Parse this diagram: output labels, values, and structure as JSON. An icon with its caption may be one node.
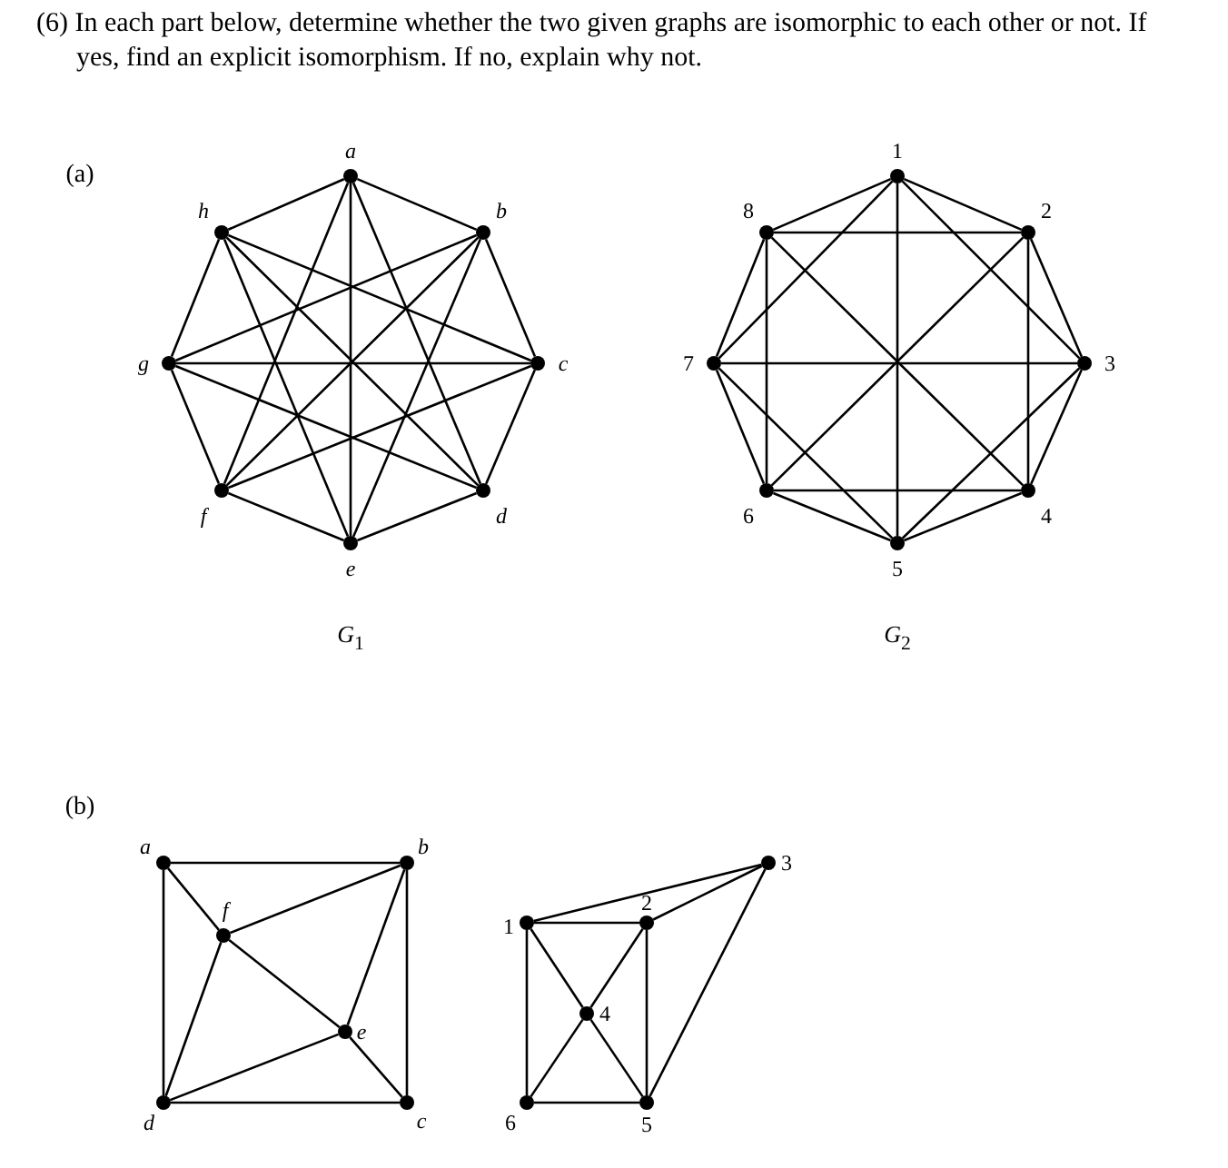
{
  "diagram": {
    "title": "(6) In each part below, determine whether the two given graphs are isomorphic to each other or not. If yes, find an explicit isomorphism. If no, explain why not.",
    "nodes": [
      {
        "text": [],
        "shape": "circle",
        "beside": [
          "a"
        ]
      },
      {
        "text": [],
        "shape": "circle",
        "beside": [
          "b"
        ]
      },
      {
        "text": [],
        "shape": "circle",
        "beside": [
          "c"
        ]
      },
      {
        "text": [],
        "shape": "circle",
        "beside": [
          "d"
        ]
      },
      {
        "text": [],
        "shape": "circle",
        "beside": [
          "e"
        ]
      },
      {
        "text": [],
        "shape": "circle",
        "beside": [
          "f"
        ]
      },
      {
        "text": [],
        "shape": "circle",
        "beside": [
          "g"
        ]
      },
      {
        "text": [],
        "shape": "circle",
        "beside": [
          "h"
        ]
      },
      {
        "text": [],
        "shape": "circle",
        "beside": [
          "1"
        ]
      },
      {
        "text": [],
        "shape": "circle",
        "beside": [
          "2"
        ]
      },
      {
        "text": [],
        "shape": "circle",
        "beside": [
          "3"
        ]
      },
      {
        "text": [],
        "shape": "circle",
        "beside": [
          "4"
        ]
      },
      {
        "text": [],
        "shape": "circle",
        "beside": [
          "5"
        ]
      },
      {
        "text": [],
        "shape": "circle",
        "beside": [
          "6"
        ]
      },
      {
        "text": [],
        "shape": "circle",
        "beside": [
          "7"
        ]
      },
      {
        "text": [],
        "shape": "circle",
        "beside": [
          "8"
        ]
      },
      {
        "text": [],
        "shape": "circle",
        "beside": [
          "a"
        ]
      },
      {
        "text": [],
        "shape": "circle",
        "beside": [
          "b"
        ]
      },
      {
        "text": [],
        "shape": "circle",
        "beside": [
          "f"
        ]
      },
      {
        "text": [],
        "shape": "circle",
        "beside": [
          "e"
        ]
      },
      {
        "text": [],
        "shape": "circle",
        "beside": [
          "d"
        ]
      },
      {
        "text": [],
        "shape": "circle",
        "beside": [
          "c"
        ]
      },
      {
        "text": [],
        "shape": "circle",
        "beside": [
          "3"
        ]
      },
      {
        "text": [],
        "shape": "circle",
        "beside": [
          "1"
        ]
      },
      {
        "text": [],
        "shape": "circle",
        "beside": [
          "2"
        ]
      },
      {
        "text": [],
        "shape": "circle",
        "beside": [
          "4"
        ]
      },
      {
        "text": [],
        "shape": "circle",
        "beside": [
          "6"
        ]
      },
      {
        "text": [],
        "shape": "circle",
        "beside": [
          "5"
        ]
      }
    ],
    "edges": [
      {
        "from": 0,
        "to": 1,
        "arrow": "none"
      },
      {
        "from": 1,
        "to": 2,
        "arrow": "none"
      },
      {
        "from": 2,
        "to": 3,
        "arrow": "none"
      },
      {
        "from": 3,
        "to": 4,
        "arrow": "none"
      },
      {
        "from": 4,
        "to": 5,
        "arrow": "none"
      },
      {
        "from": 5,
        "to": 6,
        "arrow": "none"
      },
      {
        "from": 6,
        "to": 7,
        "arrow": "none"
      },
      {
        "from": 7,
        "to": 0,
        "arrow": "none"
      },
      {
        "from": 0,
        "to": 3,
        "arrow": "none"
      },
      {
        "from": 1,
        "to": 4,
        "arrow": "none"
      },
      {
        "from": 2,
        "to": 5,
        "arrow": "none"
      },
      {
        "from": 3,
        "to": 6,
        "arrow": "none"
      },
      {
        "from": 4,
        "to": 7,
        "arrow": "none"
      },
      {
        "from": 5,
        "to": 0,
        "arrow": "none"
      },
      {
        "from": 6,
        "to": 1,
        "arrow": "none"
      },
      {
        "from": 7,
        "to": 2,
        "arrow": "none"
      },
      {
        "from": 0,
        "to": 4,
        "arrow": "none"
      },
      {
        "from": 1,
        "to": 5,
        "arrow": "none"
      },
      {
        "from": 2,
        "to": 6,
        "arrow": "none"
      },
      {
        "from": 3,
        "to": 7,
        "arrow": "none"
      },
      {
        "from": 8,
        "to": 9,
        "arrow": "none"
      },
      {
        "from": 9,
        "to": 10,
        "arrow": "none"
      },
      {
        "from": 10,
        "to": 11,
        "arrow": "none"
      },
      {
        "from": 11,
        "to": 12,
        "arrow": "none"
      },
      {
        "from": 12,
        "to": 13,
        "arrow": "none"
      },
      {
        "from": 13,
        "to": 14,
        "arrow": "none"
      },
      {
        "from": 14,
        "to": 15,
        "arrow": "none"
      },
      {
        "from": 15,
        "to": 8,
        "arrow": "none"
      },
      {
        "from": 8,
        "to": 10,
        "arrow": "none"
      },
      {
        "from": 9,
        "to": 11,
        "arrow": "none"
      },
      {
        "from": 10,
        "to": 12,
        "arrow": "none"
      },
      {
        "from": 11,
        "to": 13,
        "arrow": "none"
      },
      {
        "from": 12,
        "to": 14,
        "arrow": "none"
      },
      {
        "from": 13,
        "to": 15,
        "arrow": "none"
      },
      {
        "from": 14,
        "to": 8,
        "arrow": "none"
      },
      {
        "from": 15,
        "to": 9,
        "arrow": "none"
      },
      {
        "from": 8,
        "to": 12,
        "arrow": "none"
      },
      {
        "from": 9,
        "to": 13,
        "arrow": "none"
      },
      {
        "from": 10,
        "to": 14,
        "arrow": "none"
      },
      {
        "from": 11,
        "to": 15,
        "arrow": "none"
      },
      {
        "from": 16,
        "to": 17,
        "arrow": "none"
      },
      {
        "from": 16,
        "to": 20,
        "arrow": "none"
      },
      {
        "from": 17,
        "to": 21,
        "arrow": "none"
      },
      {
        "from": 20,
        "to": 21,
        "arrow": "none"
      },
      {
        "from": 16,
        "to": 18,
        "arrow": "none"
      },
      {
        "from": 18,
        "to": 19,
        "arrow": "none"
      },
      {
        "from": 19,
        "to": 21,
        "arrow": "none"
      },
      {
        "from": 18,
        "to": 17,
        "arrow": "none"
      },
      {
        "from": 18,
        "to": 20,
        "arrow": "none"
      },
      {
        "from": 19,
        "to": 20,
        "arrow": "none"
      },
      {
        "from": 19,
        "to": 17,
        "arrow": "none"
      },
      {
        "from": 23,
        "to": 24,
        "arrow": "none"
      },
      {
        "from": 23,
        "to": 22,
        "arrow": "none"
      },
      {
        "from": 24,
        "to": 22,
        "arrow": "none"
      },
      {
        "from": 23,
        "to": 26,
        "arrow": "none"
      },
      {
        "from": 23,
        "to": 25,
        "arrow": "none"
      },
      {
        "from": 25,
        "to": 27,
        "arrow": "none"
      },
      {
        "from": 24,
        "to": 25,
        "arrow": "none"
      },
      {
        "from": 25,
        "to": 26,
        "arrow": "none"
      },
      {
        "from": 24,
        "to": 27,
        "arrow": "none"
      },
      {
        "from": 26,
        "to": 27,
        "arrow": "none"
      },
      {
        "from": 22,
        "to": 27,
        "arrow": "none"
      }
    ],
    "labels": [
      "(a)",
      "*G*$_{1}$",
      "*G*$_{2}$",
      "(b)"
    ]
  }
}
